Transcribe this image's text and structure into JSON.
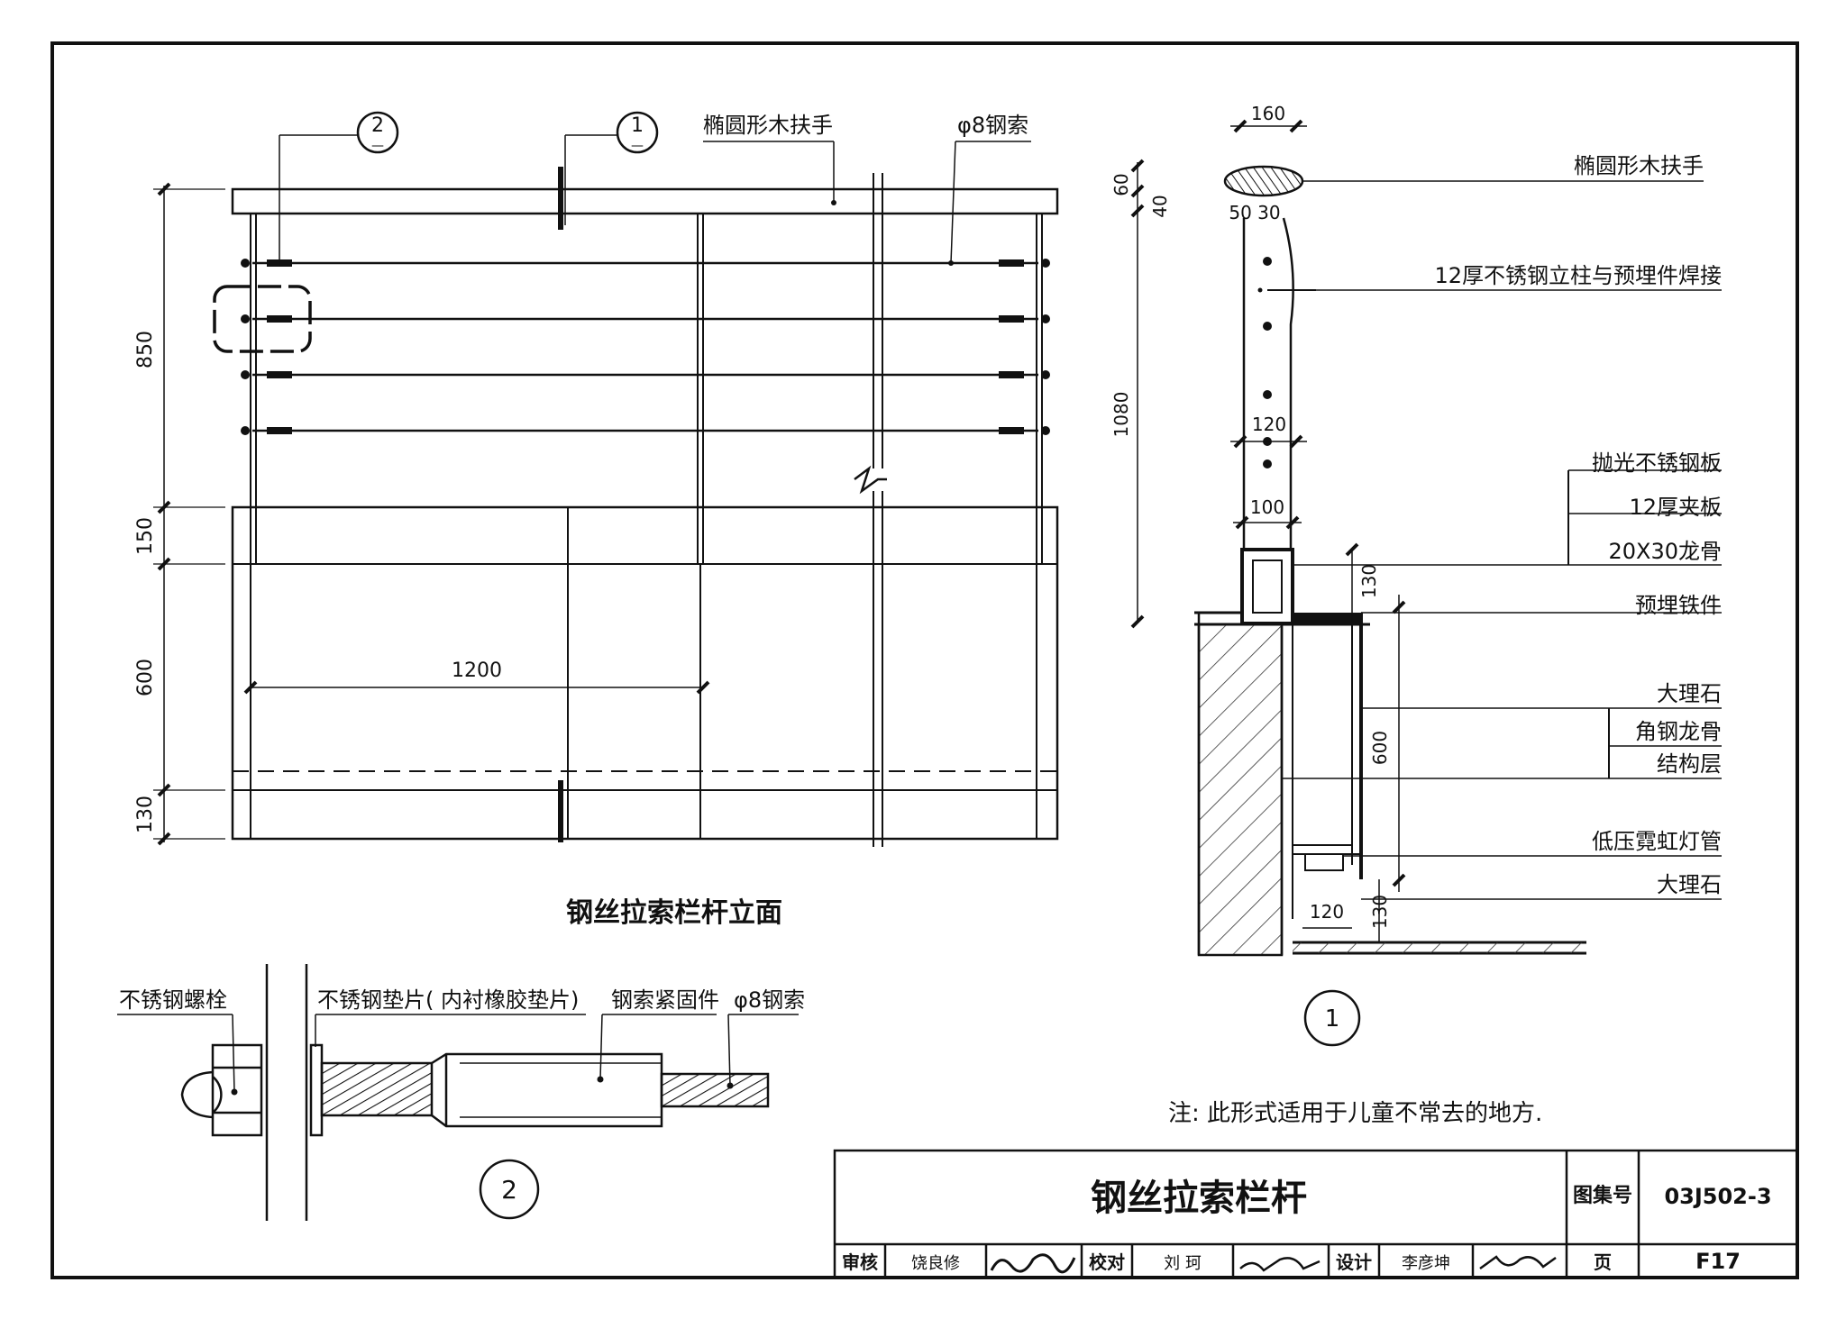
{
  "elevation": {
    "title": "钢丝拉索栏杆立面",
    "label_handrail": "椭圆形木扶手",
    "label_cable": "φ8钢索",
    "callout_1": "1",
    "callout_2": "2",
    "callout_dash": "—",
    "dim_850": "850",
    "dim_150": "150",
    "dim_600": "600",
    "dim_130": "130",
    "dim_1200": "1200"
  },
  "section1": {
    "label_handrail": "椭圆形木扶手",
    "label_post": "12厚不锈钢立柱与预埋件焊接",
    "label_polished": "抛光不锈钢板",
    "label_plywood": "12厚夹板",
    "label_keel": "20X30龙骨",
    "label_embed": "预埋铁件",
    "label_marble1": "大理石",
    "label_angle": "角钢龙骨",
    "label_structure": "结构层",
    "label_neon": "低压霓虹灯管",
    "label_marble2": "大理石",
    "dim_160": "160",
    "dim_60": "60",
    "dim_40": "40",
    "dim_5030": "50 30",
    "dim_1080": "1080",
    "dim_120a": "120",
    "dim_100": "100",
    "dim_130a": "130",
    "dim_600": "600",
    "dim_120b": "120",
    "dim_130b": "130",
    "section_no": "1"
  },
  "detail2": {
    "label_bolt": "不锈钢螺栓",
    "label_washer": "不锈钢垫片( 内衬橡胶垫片)",
    "label_fastener": "钢索紧固件",
    "label_cable": "φ8钢索",
    "detail_no": "2"
  },
  "note": "注: 此形式适用于儿童不常去的地方.",
  "titleblock": {
    "title": "钢丝拉索栏杆",
    "atlas_label": "图集号",
    "atlas_no": "03J502-3",
    "review_label": "审核",
    "review_name": "饶良修",
    "check_label": "校对",
    "check_name": "刘 珂",
    "design_label": "设计",
    "design_name": "李彦坤",
    "page_label": "页",
    "page_no": "F17"
  }
}
